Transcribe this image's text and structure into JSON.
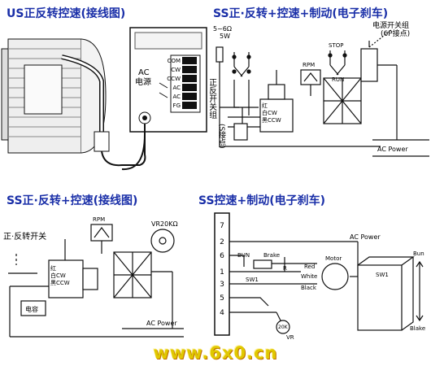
{
  "panels": {
    "us": {
      "title": "US正反转控速(接线图)",
      "terminals": [
        "COM",
        "CW",
        "CCW",
        "AC",
        "AC",
        "FG"
      ],
      "ac_label": "AC\n电源"
    },
    "ss_brake_top": {
      "title": "SS正·反转+控速+制动(电子刹车)",
      "resistor": "5~6Ω\n5W",
      "switch_group": "正反开关组",
      "switch_group_note": "(S接点)",
      "power_switch": "电源开关组\n(6P接点)",
      "rpm": "RPM",
      "stop": "STOP",
      "run": "RUN",
      "coil_labels": "红\n白CW\n黑CCW",
      "ac_power": "AC Power"
    },
    "ss_left": {
      "title": "SS正·反转+控速(接线图)",
      "rpm": "RPM",
      "vr": "VR20KΩ",
      "switch": "正·反转开关",
      "coil_labels": "红\n白CW\n黑CCW",
      "capacitor": "电容",
      "ac_power": "AC Power"
    },
    "ss_right": {
      "title": "SS控速+制动(电子刹车)",
      "pins": [
        "7",
        "2",
        "6",
        "1",
        "3",
        "5",
        "4"
      ],
      "bun": "BUN",
      "brake": "Brake",
      "motor": "Motor",
      "red": "Red",
      "white": "White",
      "black": "Black",
      "sw1": "SW1",
      "sw1_box": "SW1",
      "vr_label": "20K",
      "vr": "VR",
      "bun_arrow": "Bun",
      "blake_arrow": "Blake",
      "ac_power": "AC Power",
      "r": "R"
    }
  },
  "watermark": "www.6x0.cn",
  "colors": {
    "title": "#1a2fa8",
    "line": "#111111",
    "watermark": "#e0c800"
  }
}
